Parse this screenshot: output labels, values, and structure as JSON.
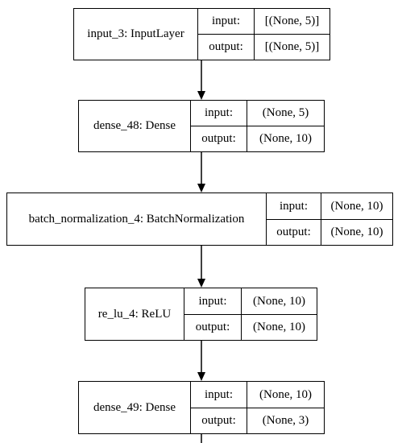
{
  "diagram": {
    "nodes": [
      {
        "name": "input_3: InputLayer",
        "input": "[(None, 5)]",
        "output": "[(None, 5)]"
      },
      {
        "name": "dense_48: Dense",
        "input": "(None, 5)",
        "output": "(None, 10)"
      },
      {
        "name": "batch_normalization_4: BatchNormalization",
        "input": "(None, 10)",
        "output": "(None, 10)"
      },
      {
        "name": "re_lu_4: ReLU",
        "input": "(None, 10)",
        "output": "(None, 10)"
      },
      {
        "name": "dense_49: Dense",
        "input": "(None, 10)",
        "output": "(None, 3)"
      }
    ],
    "port_labels": {
      "input": "input:",
      "output": "output:"
    },
    "edges": [
      [
        0,
        1
      ],
      [
        1,
        2
      ],
      [
        2,
        3
      ],
      [
        3,
        4
      ]
    ]
  }
}
